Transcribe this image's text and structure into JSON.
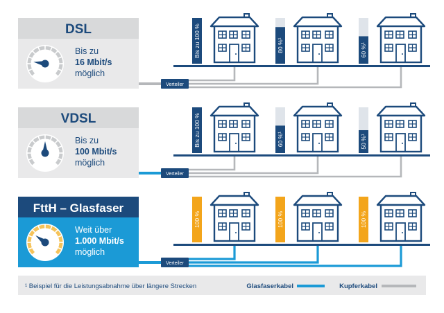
{
  "colors": {
    "navy": "#1c4a7c",
    "light_blue": "#1b9ad6",
    "grey_panel": "#e9e9ea",
    "grey_header": "#d8d9da",
    "copper_grey": "#b5b7ba",
    "orange": "#f3a51b",
    "bar_track": "#dfe4ea",
    "gauge_ring": "#c9cbcd"
  },
  "icons": [
    "speedometer-icon",
    "house-icon"
  ],
  "sections": [
    {
      "id": "dsl",
      "title": "DSL",
      "line1": "Bis zu",
      "speed": "16 Mbit/s",
      "line3": "möglich",
      "distributor": "Verteiler",
      "gauge_level": 0.2,
      "cable": "copper",
      "houses": [
        {
          "bar_label": "Bis zu 100 %",
          "fill": 1.0
        },
        {
          "bar_label": "80 %¹",
          "fill": 0.8
        },
        {
          "bar_label": "60 %¹",
          "fill": 0.6
        }
      ]
    },
    {
      "id": "vdsl",
      "title": "VDSL",
      "line1": "Bis zu",
      "speed": "100 Mbit/s",
      "line3": "möglich",
      "distributor": "Verteiler",
      "gauge_level": 0.5,
      "cable": "mixed",
      "houses": [
        {
          "bar_label": "Bis zu 100 %",
          "fill": 1.0
        },
        {
          "bar_label": "60 %¹",
          "fill": 0.6
        },
        {
          "bar_label": "50 %¹",
          "fill": 0.5
        }
      ]
    },
    {
      "id": "ftth",
      "title": "FttH – Glasfaser",
      "line1": "Weit über",
      "speed": "1.000 Mbit/s",
      "line3": "möglich",
      "distributor": "Verteiler",
      "gauge_level": 0.3,
      "cable": "fiber",
      "houses": [
        {
          "bar_label": "100 %",
          "fill": 1.0
        },
        {
          "bar_label": "100 %",
          "fill": 1.0
        },
        {
          "bar_label": "100 %",
          "fill": 1.0
        }
      ]
    }
  ],
  "footer": {
    "note": "¹ Beispiel für die Leistungsabnahme über längere Strecken",
    "legend_fiber": "Glasfaserkabel",
    "legend_copper": "Kupferkabel"
  }
}
